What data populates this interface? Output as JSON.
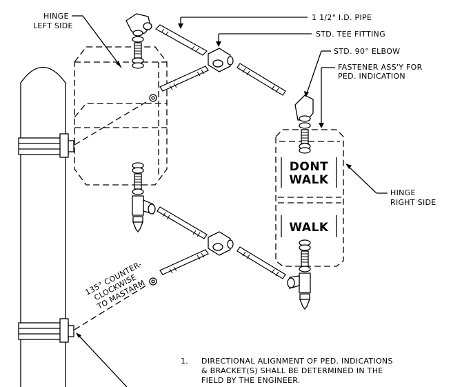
{
  "labels": {
    "hinge_left_line1": "HINGE",
    "hinge_left_line2": "LEFT SIDE",
    "pipe": "1 1/2\" I.D. PIPE",
    "tee": "STD. TEE FITTING",
    "elbow": "STD. 90° ELBOW",
    "fastener_line1": "FASTENER ASS'Y FOR",
    "fastener_line2": "PED. INDICATION",
    "hinge_right_line1": "HINGE",
    "hinge_right_line2": "RIGHT SIDE",
    "rotation_line1": "135° COUNTER-",
    "rotation_line2": "CLOCKWISE",
    "rotation_line3": "TO MASTARM"
  },
  "signal": {
    "upper_line1": "DONT",
    "upper_line2": "WALK",
    "lower": "WALK"
  },
  "note": {
    "number": "1.",
    "line1": "DIRECTIONAL ALIGNMENT OF PED. INDICATIONS",
    "line2": "& BRACKET(S) SHALL BE DETERMINED IN THE",
    "line3": "FIELD BY THE ENGINEER."
  }
}
